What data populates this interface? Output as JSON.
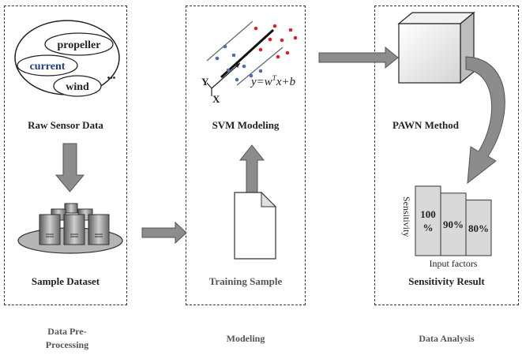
{
  "panels": {
    "preprocessing": {
      "raw_label": "Raw Sensor Data",
      "sample_label": "Sample Dataset",
      "footer": "Data Pre-Processing",
      "footer_line1": "Data Pre-",
      "footer_line2": "Processing",
      "bubbles": {
        "propeller": "propeller",
        "current": "current",
        "wind": "wind",
        "more": "•••"
      }
    },
    "modeling": {
      "svm_label": "SVM Modeling",
      "training_label": "Training Sample",
      "footer": "Modeling",
      "axis_y": "Y",
      "axis_x": "X",
      "equation": "y=wTx+b",
      "equation_main": "y=w",
      "equation_sup": "T",
      "equation_tail": "x+b"
    },
    "analysis": {
      "pawn_label": "PAWN Method",
      "result_label": "Sensitivity Result",
      "footer": "Data Analysis",
      "y_axis_label": "Sensitivity",
      "x_axis_label": "Input factors",
      "bars": [
        {
          "label": "100 %",
          "line1": "100",
          "line2": "%",
          "relative_height": 1.0
        },
        {
          "label": "90%",
          "relative_height": 0.9
        },
        {
          "label": "80%",
          "relative_height": 0.8
        }
      ]
    }
  },
  "colors": {
    "arrow_gray": "#8c8c8c",
    "red_points": "#d8232a",
    "blue_points": "#4a6fb0",
    "current_text": "#1f3f80",
    "bar_fill": "#d9d9d9"
  }
}
